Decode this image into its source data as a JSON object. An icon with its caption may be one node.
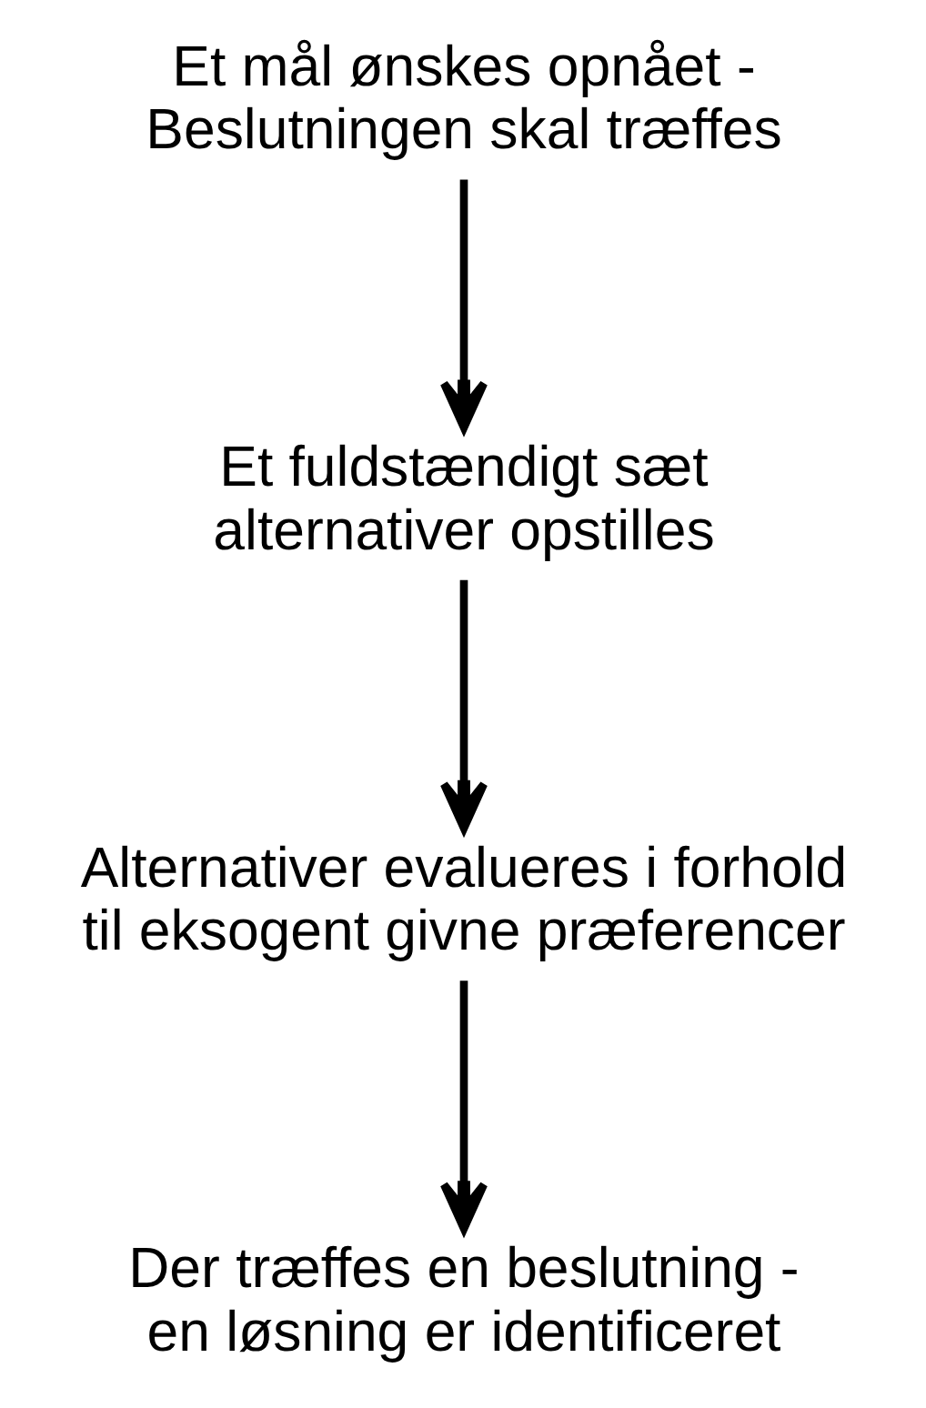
{
  "diagram": {
    "nodes": [
      {
        "text": [
          "Et mål ønskes opnået - Beslutningen skal træffes"
        ]
      },
      {
        "text": [
          "Et fuldstændigt sæt alternativer opstilles"
        ]
      },
      {
        "text": [
          "Alternativer evalueres i forhold til eksogent givne præferencer"
        ]
      },
      {
        "text": [
          "Der træffes en beslutning - en løsning er identificeret"
        ]
      }
    ],
    "edges": [
      {
        "from": 0,
        "to": 1,
        "arrow": "to"
      },
      {
        "from": 1,
        "to": 2,
        "arrow": "to"
      },
      {
        "from": 2,
        "to": 3,
        "arrow": "to"
      }
    ]
  }
}
